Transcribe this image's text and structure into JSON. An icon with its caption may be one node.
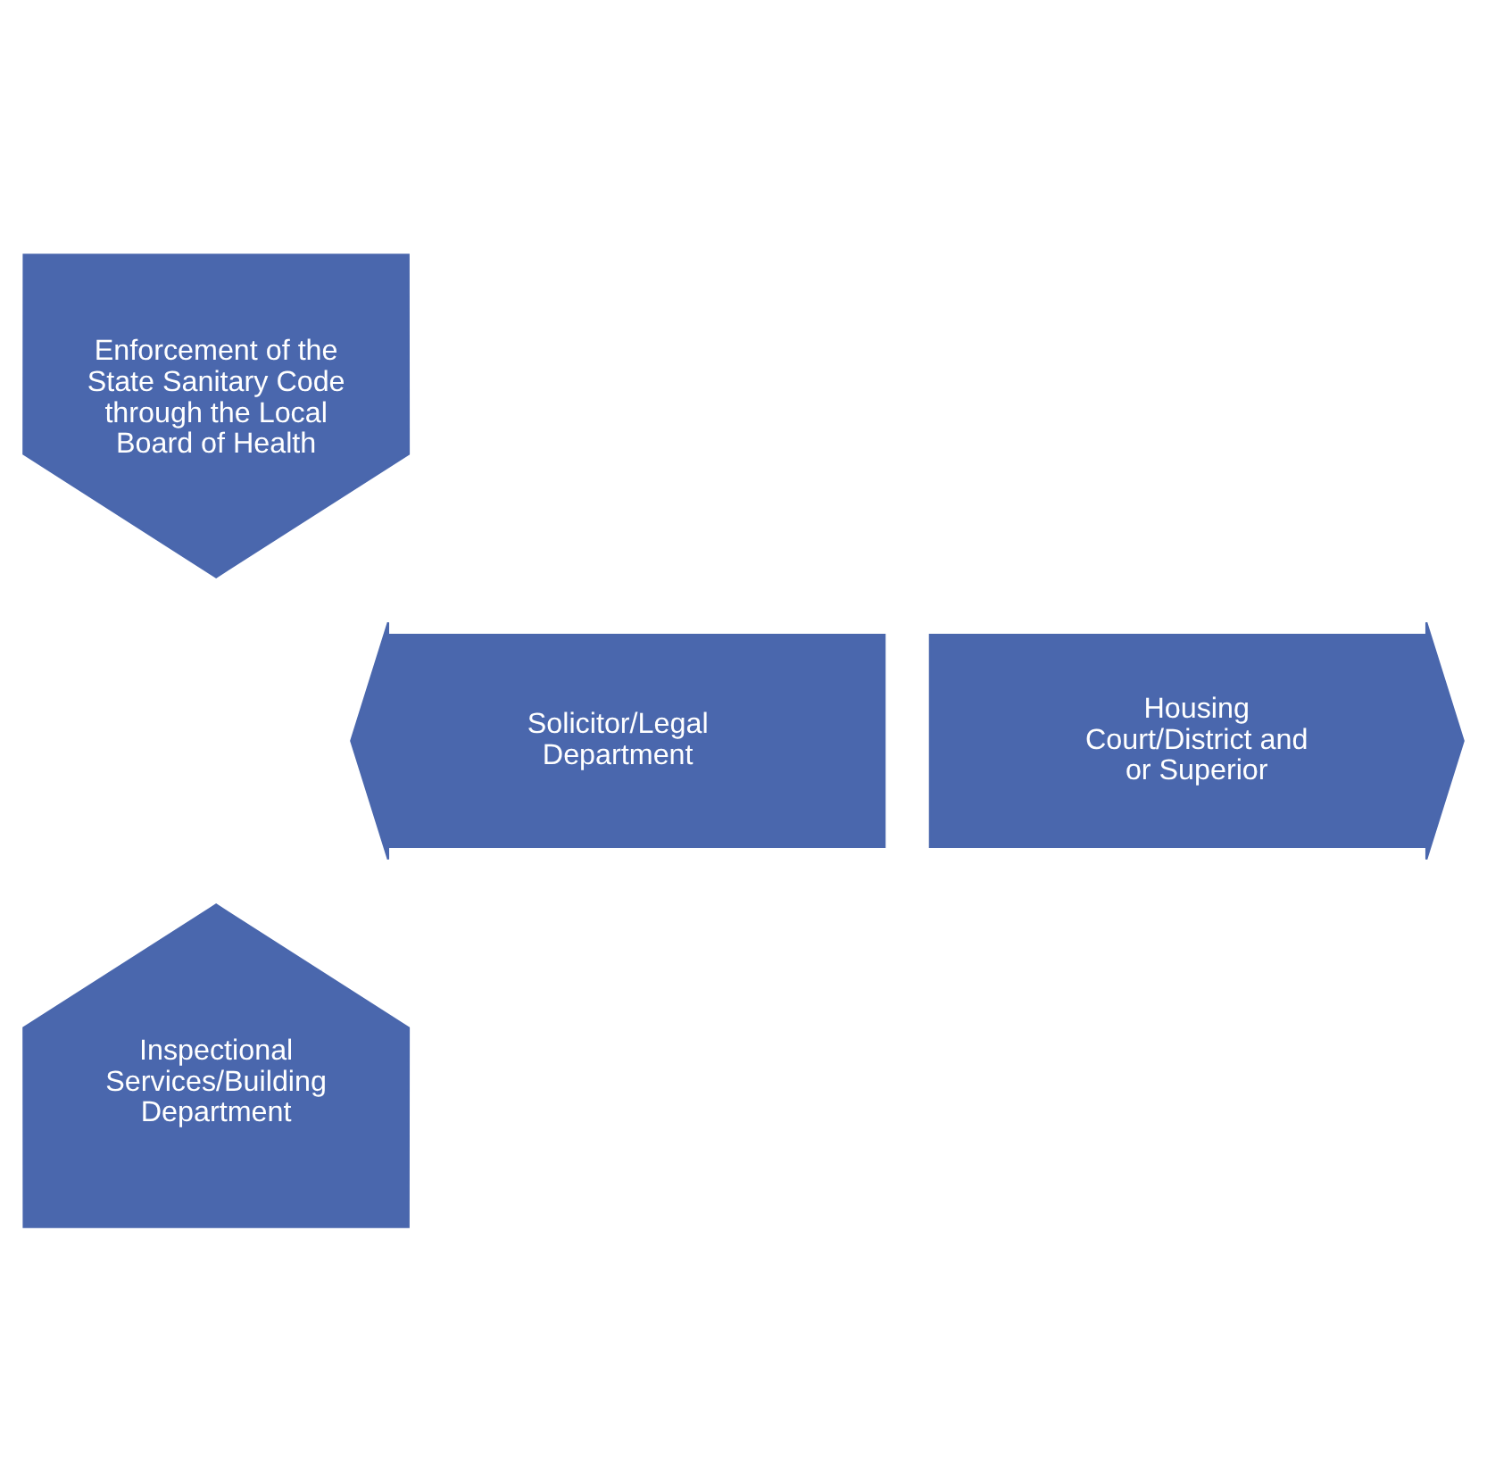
{
  "diagram": {
    "nodes": [
      {
        "text": [
          "Enforcement of the State Sanitary Code through the Local Board of Health"
        ]
      },
      {
        "text": [
          "Housing Court/District and or Superior"
        ]
      },
      {
        "text": [
          "Solicitor/Legal Department"
        ]
      },
      {
        "text": [
          "Inspectional Services/Building Department"
        ]
      }
    ]
  }
}
